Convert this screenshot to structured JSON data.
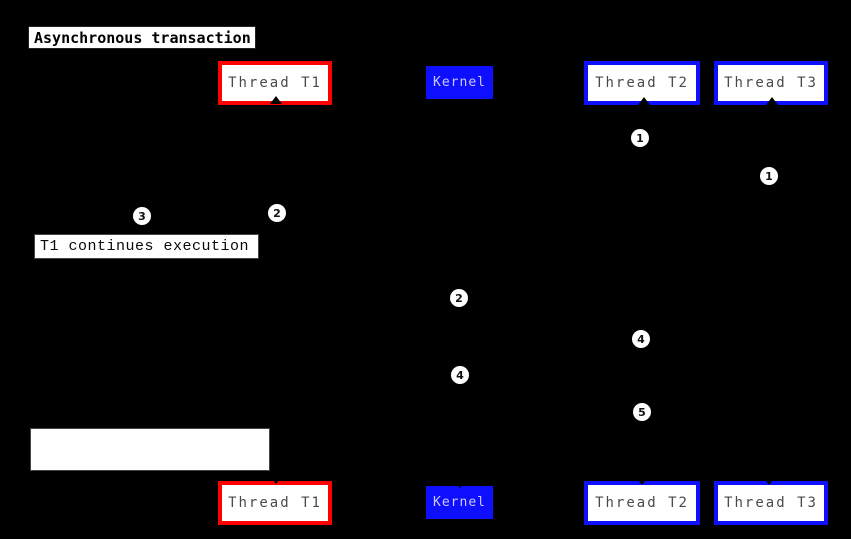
{
  "diagram": {
    "title": "Asynchronous transaction",
    "background_color": "#000000",
    "colors": {
      "thread_t1_border": "#ff0000",
      "thread_t2_t3_border": "#0f0fff",
      "kernel_fill": "#0f0fff",
      "kernel_text": "#c9c9fa",
      "participant_text": "#4a4a4a",
      "note_fill": "#ffffff",
      "note_text": "#0a0a0a",
      "marker_fill": "#ffffff",
      "marker_text": "#111111"
    },
    "participants": [
      {
        "id": "thread-t1",
        "label": "Thread T1",
        "style": "red-border"
      },
      {
        "id": "kernel",
        "label": "Kernel",
        "style": "blue-fill"
      },
      {
        "id": "thread-t2",
        "label": "Thread T2",
        "style": "blue-border"
      },
      {
        "id": "thread-t3",
        "label": "Thread T3",
        "style": "blue-border"
      }
    ],
    "notes": [
      {
        "id": "t1-continues",
        "text": "T1 continues execution"
      },
      {
        "id": "empty-note",
        "text": ""
      }
    ],
    "sequence_markers": [
      {
        "label": "1",
        "near": "thread-t2-lifeline"
      },
      {
        "label": "1",
        "near": "thread-t3-lifeline"
      },
      {
        "label": "3",
        "near": "t1-continues-note"
      },
      {
        "label": "2",
        "near": "thread-t1-lifeline"
      },
      {
        "label": "2",
        "near": "kernel-lifeline"
      },
      {
        "label": "4",
        "near": "thread-t2-lifeline"
      },
      {
        "label": "4",
        "near": "kernel-lifeline"
      },
      {
        "label": "5",
        "near": "thread-t2-lifeline"
      }
    ]
  }
}
